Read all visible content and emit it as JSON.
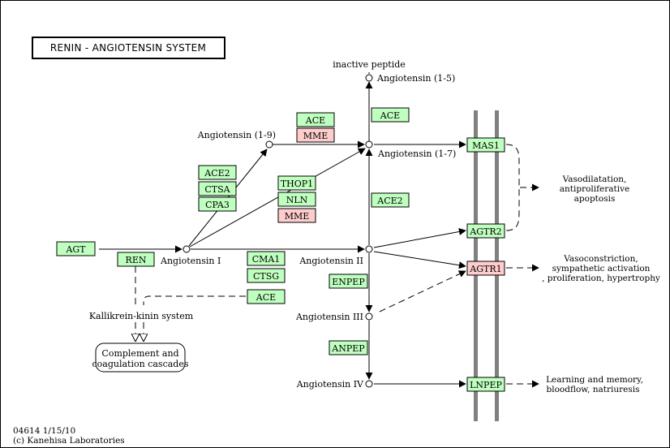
{
  "title": "RENIN - ANGIOTENSIN SYSTEM",
  "colors": {
    "gene_box": "#bfffbf",
    "highlight_box": "#ffcccc",
    "membrane": "#808080",
    "line": "#000000"
  },
  "genes": {
    "agt": "AGT",
    "ren": "REN",
    "ace_top": "ACE",
    "mme_top": "MME",
    "ace2_a": "ACE2",
    "ctsa": "CTSA",
    "cpa3": "CPA3",
    "thop1": "THOP1",
    "nln": "NLN",
    "mme_mid": "MME",
    "ace_right": "ACE",
    "ace2_b": "ACE2",
    "cma1": "CMA1",
    "ctsg": "CTSG",
    "ace_low": "ACE",
    "enpep": "ENPEP",
    "anpep": "ANPEP",
    "mas1": "MAS1",
    "agtr2": "AGTR2",
    "agtr1": "AGTR1",
    "lnpep": "LNPEP"
  },
  "compounds": {
    "inactive_peptide": "inactive peptide",
    "ang_1_5": "Angiotensin (1-5)",
    "ang_1_9": "Angiotensin (1-9)",
    "ang_1_7": "Angiotensin (1-7)",
    "ang_I": "Angiotensin I",
    "ang_II": "Angiotensin II",
    "ang_III": "Angiotensin III",
    "ang_IV": "Angiotensin IV"
  },
  "pathways": {
    "kallikrein": "Kallikrein-kinin system",
    "complement_line1": "Complement and",
    "complement_line2": "coagulation cascades"
  },
  "effects": {
    "vasodilatation_1": "Vasodilatation,",
    "vasodilatation_2": "antiproliferative",
    "vasodilatation_3": "apoptosis",
    "vasoconstriction_1": "Vasoconstriction,",
    "vasoconstriction_2": "sympathetic activation",
    "vasoconstriction_3": ", proliferation, hypertrophy",
    "learning_1": "Learning and memory,",
    "learning_2": "bloodflow, natriuresis"
  },
  "footer": {
    "id_date": "04614 1/15/10",
    "copyright": "(c) Kanehisa Laboratories"
  }
}
